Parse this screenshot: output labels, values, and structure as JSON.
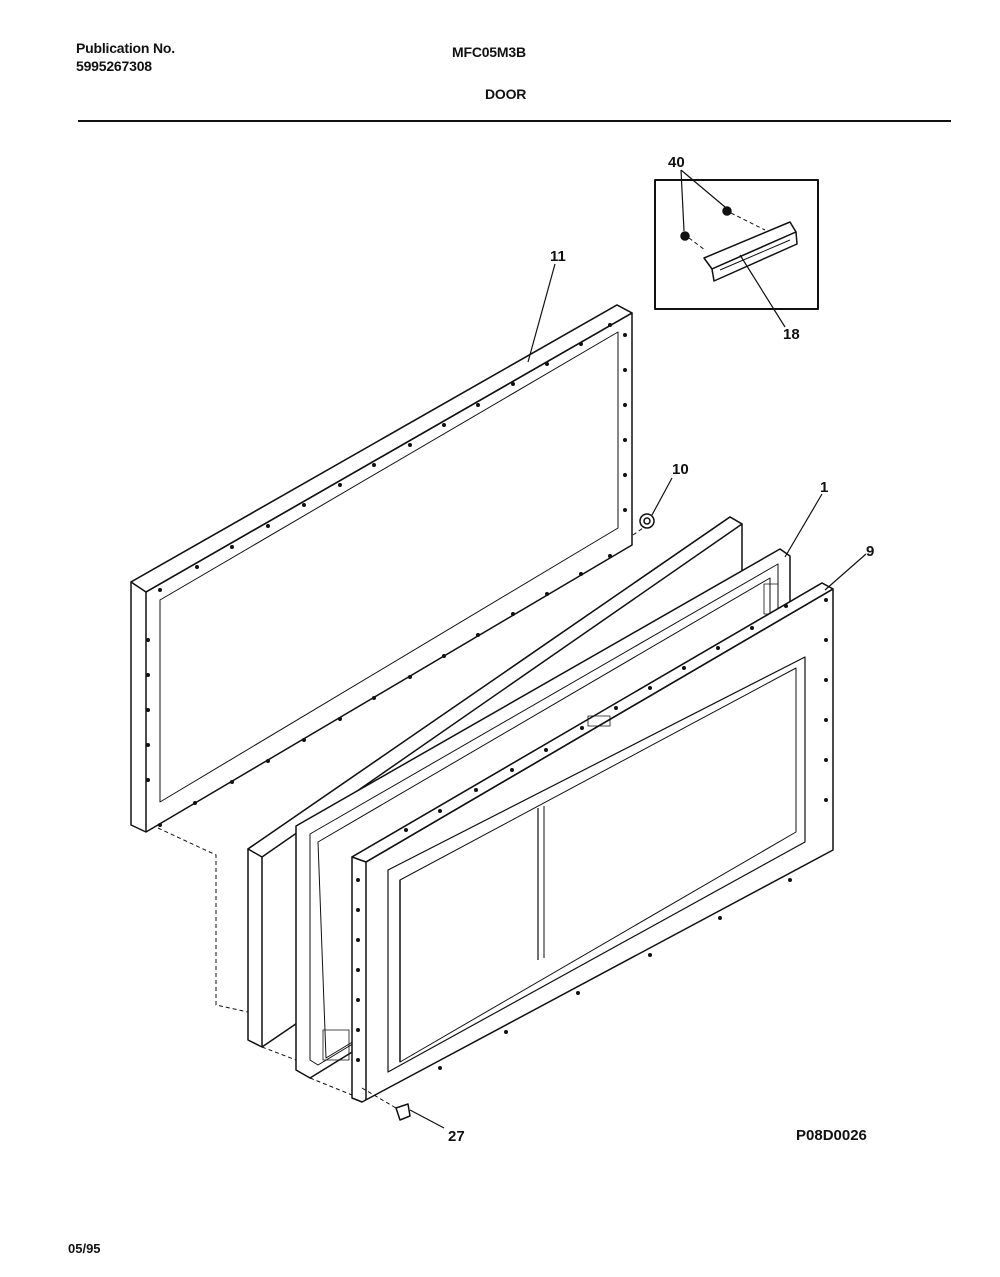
{
  "header": {
    "publication_label": "Publication No.",
    "publication_number": "5995267308",
    "model": "MFC05M3B",
    "section": "DOOR"
  },
  "callouts": {
    "c40": "40",
    "c18": "18",
    "c11": "11",
    "c10": "10",
    "c1": "1",
    "c9": "9",
    "c27": "27"
  },
  "footer": {
    "drawing_code": "P08D0026",
    "date": "05/95"
  }
}
